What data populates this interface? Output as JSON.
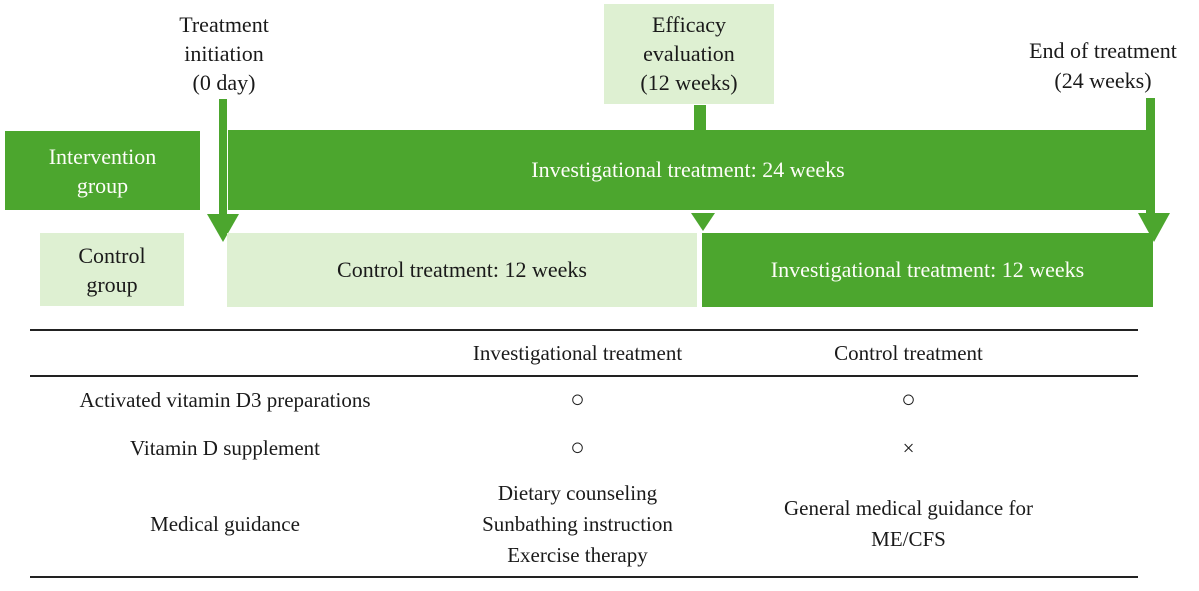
{
  "colors": {
    "green": "#4CA62E",
    "light_green": "#DEF0D2"
  },
  "timeline": {
    "treatment_initiation": {
      "line1": "Treatment",
      "line2": "initiation",
      "line3": "(0 day)"
    },
    "efficacy_evaluation": {
      "line1": "Efficacy",
      "line2": "evaluation",
      "line3": "(12 weeks)"
    },
    "end_of_treatment": {
      "line1": "End of treatment",
      "line2": "(24 weeks)"
    },
    "intervention_group": {
      "line1": "Intervention",
      "line2": "group"
    },
    "control_group": {
      "line1": "Control",
      "line2": "group"
    },
    "bar_investigational_24": "Investigational treatment: 24 weeks",
    "bar_control_12": "Control treatment: 12 weeks",
    "bar_investigational_12": "Investigational treatment: 12 weeks"
  },
  "table": {
    "headers": {
      "investigational": "Investigational treatment",
      "control": "Control treatment"
    },
    "rows": [
      {
        "label": "Activated vitamin D3 preparations",
        "investigational": "○",
        "control": "○"
      },
      {
        "label": "Vitamin D supplement",
        "investigational": "○",
        "control": "×"
      },
      {
        "label": "Medical guidance",
        "investigational_lines": [
          "Dietary counseling",
          "Sunbathing instruction",
          "Exercise therapy"
        ],
        "control_lines": [
          "General medical guidance for",
          "ME/CFS"
        ]
      }
    ]
  }
}
